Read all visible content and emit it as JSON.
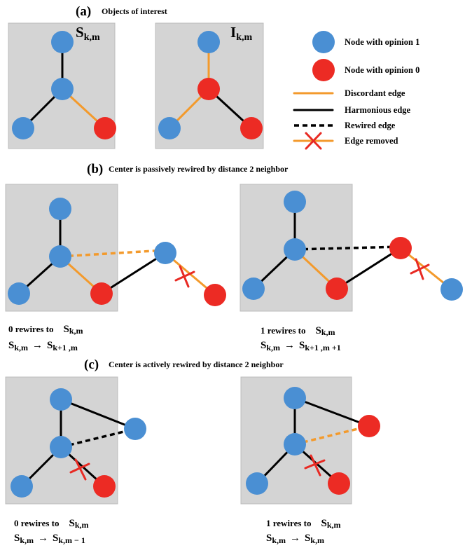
{
  "colors": {
    "opinion1": "#4a8fd3",
    "opinion0": "#ec2b24",
    "discordant": "#f39a2c",
    "harmonious": "#000000",
    "removed": "#e82a23",
    "box": "#d4d4d4"
  },
  "section_a": {
    "label": "(a)",
    "caption": "Objects of interest",
    "box1_symbol": "S",
    "box1_sub": "k,m",
    "box2_symbol": "I",
    "box2_sub": "k,m"
  },
  "legend": {
    "node_opinion1": "Node with opinion 1",
    "node_opinion0": "Node with opinion 0",
    "discordant_edge": "Discordant edge",
    "harmonious_edge": "Harmonious edge",
    "rewired_edge": "Rewired edge",
    "edge_removed": "Edge removed"
  },
  "section_b": {
    "label": "(b)",
    "caption": "Center is passively  rewired by distance 2 neighbor",
    "left": {
      "rewire_text": "0 rewires to",
      "rewire_S": "S",
      "rewire_sub": "k,m",
      "tr_from_S": "S",
      "tr_from_sub": "k,m",
      "arrow": "→",
      "tr_to_S": "S",
      "tr_to_sub": "k+1 ,m"
    },
    "right": {
      "rewire_text": "1 rewires to",
      "rewire_S": "S",
      "rewire_sub": "k,m",
      "tr_from_S": "S",
      "tr_from_sub": "k,m",
      "arrow": "→",
      "tr_to_S": "S",
      "tr_to_sub": "k+1 ,m +1"
    }
  },
  "section_c": {
    "label": "(c)",
    "caption": "Center is actively rewired by distance 2 neighbor",
    "left": {
      "rewire_text": "0 rewires to",
      "rewire_S": "S",
      "rewire_sub": "k,m",
      "tr_from_S": "S",
      "tr_from_sub": "k,m",
      "arrow": "→",
      "tr_to_S": "S",
      "tr_to_sub": "k,m − 1"
    },
    "right": {
      "rewire_text": "1 rewires to",
      "rewire_S": "S",
      "rewire_sub": "k,m",
      "tr_from_S": "S",
      "tr_from_sub": "k,m",
      "arrow": "→",
      "tr_to_S": "S",
      "tr_to_sub": "k,m"
    }
  }
}
